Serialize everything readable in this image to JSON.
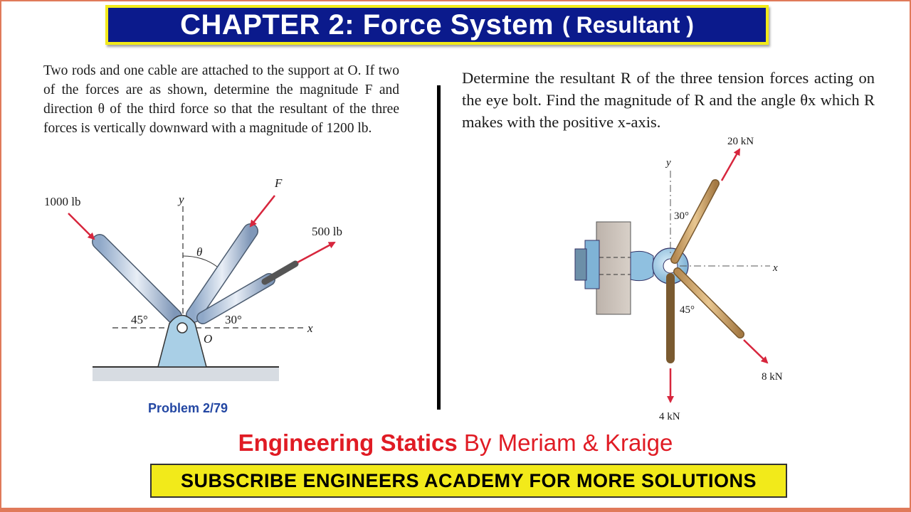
{
  "header": {
    "title": "CHAPTER 2: Force System",
    "subtitle": "( Resultant )"
  },
  "problem_left": {
    "text": "Two rods and one cable are attached to the support at O. If two of the forces are as shown, determine the magnitude F and direction θ of the third force so that the resultant of the three forces is vertically downward with a magnitude of 1200 lb.",
    "caption": "Problem 2/79",
    "labels": {
      "force_left": "1000 lb",
      "force_right": "500 lb",
      "force_f": "F",
      "axis_y": "y",
      "axis_x": "x",
      "angle_theta": "θ",
      "angle_left": "45°",
      "angle_right": "30°",
      "origin": "O"
    }
  },
  "problem_right": {
    "text": "Determine the resultant R of the three tension forces acting on the eye bolt. Find the magnitude of R and the angle θx which R makes with the positive x-axis.",
    "labels": {
      "force_top": "20 kN",
      "force_bottom_right": "8 kN",
      "force_bottom": "4 kN",
      "axis_y": "y",
      "axis_x": "x",
      "angle_top": "30°",
      "angle_bottom": "45°"
    }
  },
  "footer": {
    "book_title": "Engineering Statics",
    "book_authors": "By Meriam & Kraige",
    "subscribe": "SUBSCRIBE ENGINEERS ACADEMY FOR MORE SOLUTIONS"
  },
  "colors": {
    "title_bg": "#0b1a8c",
    "title_border": "#f2ea1a",
    "arrow_red": "#d7263d",
    "caption_blue": "#2347a3",
    "book_red": "#e01b24",
    "subscribe_bg": "#f2ea1a",
    "frame": "#e07a5a"
  }
}
